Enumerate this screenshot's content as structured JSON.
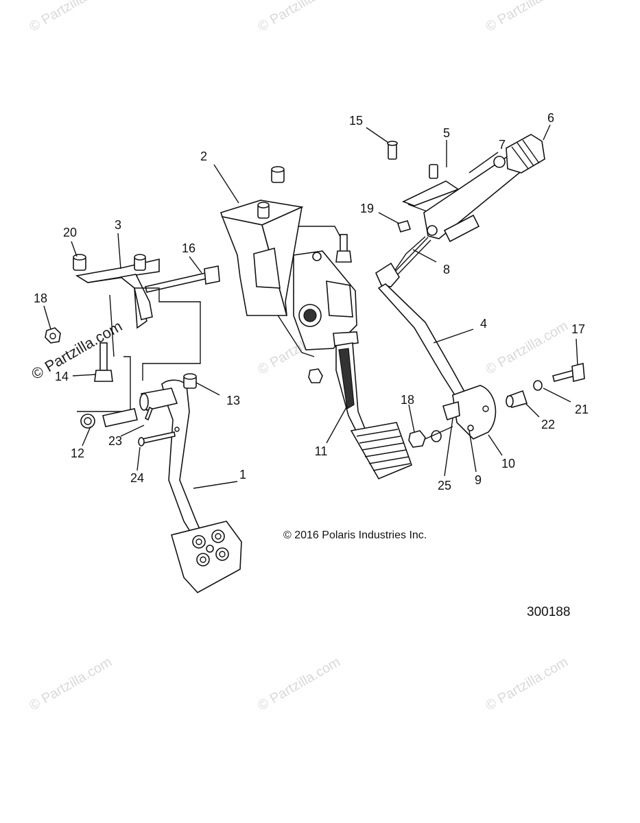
{
  "watermark": {
    "text": "© Partzilla.com"
  },
  "copyright": "© 2016 Polaris Industries Inc.",
  "diagram_number": "300188",
  "callouts": [
    {
      "id": "c1",
      "label": "1"
    },
    {
      "id": "c2",
      "label": "2"
    },
    {
      "id": "c3",
      "label": "3"
    },
    {
      "id": "c4",
      "label": "4"
    },
    {
      "id": "c5",
      "label": "5"
    },
    {
      "id": "c6",
      "label": "6"
    },
    {
      "id": "c7",
      "label": "7"
    },
    {
      "id": "c8",
      "label": "8"
    },
    {
      "id": "c9",
      "label": "9"
    },
    {
      "id": "c10",
      "label": "10"
    },
    {
      "id": "c11",
      "label": "11"
    },
    {
      "id": "c12",
      "label": "12"
    },
    {
      "id": "c13",
      "label": "13"
    },
    {
      "id": "c14",
      "label": "14"
    },
    {
      "id": "c15",
      "label": "15"
    },
    {
      "id": "c16",
      "label": "16"
    },
    {
      "id": "c17",
      "label": "17"
    },
    {
      "id": "c18a",
      "label": "18"
    },
    {
      "id": "c18b",
      "label": "18"
    },
    {
      "id": "c19",
      "label": "19"
    },
    {
      "id": "c20",
      "label": "20"
    },
    {
      "id": "c21",
      "label": "21"
    },
    {
      "id": "c22",
      "label": "22"
    },
    {
      "id": "c23",
      "label": "23"
    },
    {
      "id": "c24",
      "label": "24"
    },
    {
      "id": "c25",
      "label": "25"
    }
  ]
}
